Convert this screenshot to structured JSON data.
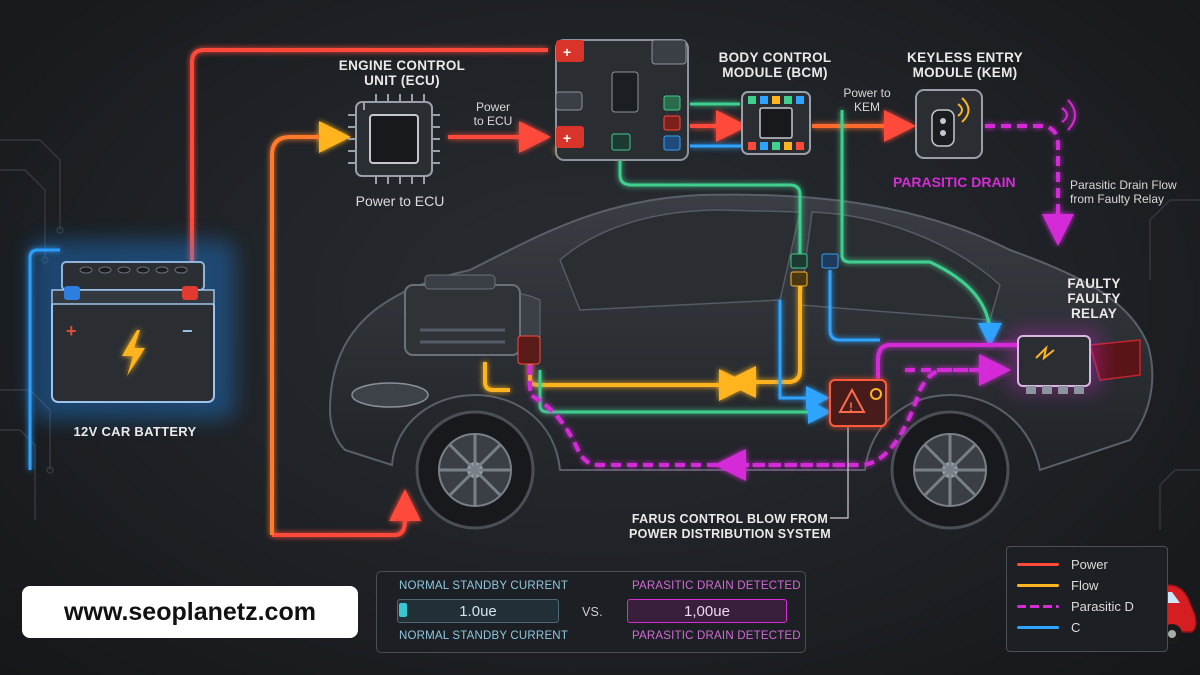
{
  "labels": {
    "ecu_title_line1": "ENGINE CONTROL",
    "ecu_title_line2": "UNIT (ECU)",
    "ecu_caption": "Power to ECU",
    "power_to_ecu_line1": "Power",
    "power_to_ecu_line2": "to ECU",
    "bcm_title_line1": "BODY CONTROL",
    "bcm_title_line2": "MODULE (BCM)",
    "power_to_kem_line1": "Power to",
    "power_to_kem_line2": "KEM",
    "kem_title_line1": "KEYLESS ENTRY",
    "kem_title_line2": "MODULE (KEM)",
    "parasitic_drain": "PARASITIC DRAIN",
    "drain_flow_line1": "Parasitic Drain Flow",
    "drain_flow_line2": "from Faulty Relay",
    "relay_line1": "FAULTY",
    "relay_line2": "FAULTY",
    "relay_line3": "RELAY",
    "battery": "12V CAR BATTERY",
    "distribution_line1": "FARUS CONTROL BLOW FROM",
    "distribution_line2": "POWER DISTRIBUTION SYSTEM"
  },
  "watermark": "www.seoplanetz.com",
  "comparison": {
    "normal_caption_top": "NORMAL STANDBY CURRENT",
    "normal_value": "1.0ue",
    "normal_caption_bottom": "NORMAL STANDBY CURRENT",
    "vs": "VS.",
    "drain_caption_top": "PARASITIC DRAIN DETECTED",
    "drain_value": "1,00ue",
    "drain_caption_bottom": "PARASITIC DRAIN DETECTED"
  },
  "legend": [
    {
      "label": "Power",
      "color": "#ff4a3a"
    },
    {
      "label": "Flow",
      "color": "#ffb31f"
    },
    {
      "label": "Parasitic D",
      "color": "#d52cd8"
    },
    {
      "label": "C",
      "color": "#2ea3ff"
    }
  ],
  "colors": {
    "power": "#ff4a3a",
    "flow": "#ffb31f",
    "parasitic": "#d52cd8",
    "signal_green": "#3fcf8e",
    "signal_blue": "#2ea3ff"
  },
  "icons": [
    "battery-icon",
    "lightning-icon",
    "chip-icon",
    "fuse-box-icon",
    "module-icon",
    "key-fob-icon",
    "relay-icon",
    "warning-icon",
    "car-icon"
  ]
}
